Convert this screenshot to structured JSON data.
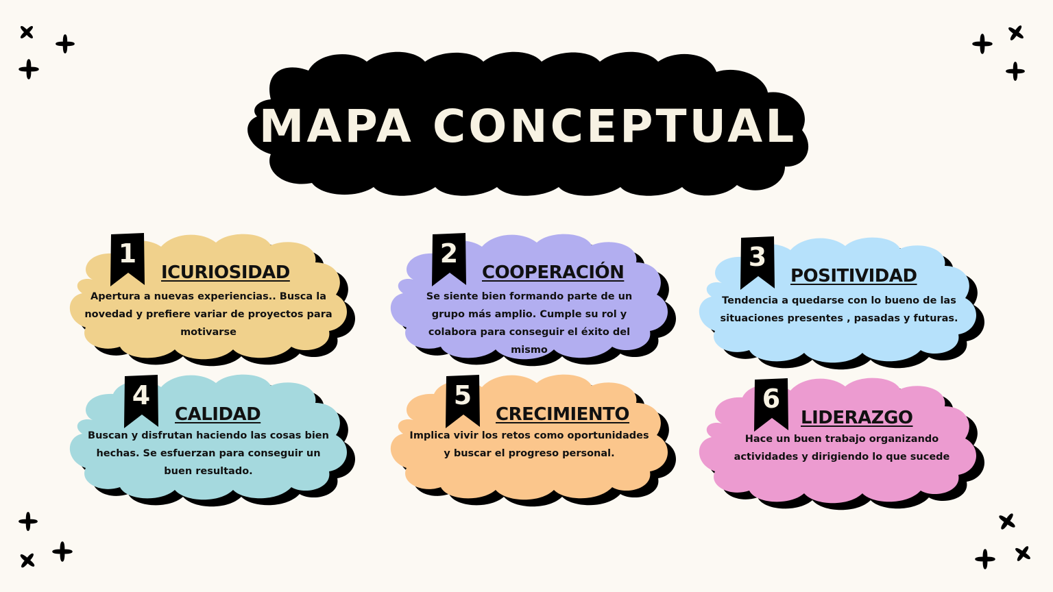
{
  "title": "MAPA CONCEPTUAL",
  "colors": {
    "background": "#fcf9f3",
    "title_cloud": "#000000",
    "title_text": "#f7f2e3",
    "shadow": "#000000"
  },
  "decorations": {
    "icon": "four-point-sparkle-icon",
    "corners": [
      "top-left",
      "top-right",
      "bottom-left",
      "bottom-right"
    ],
    "count_per_corner": 3
  },
  "concepts": [
    {
      "number": "1",
      "title": "ICURIOSIDAD",
      "description": "Apertura a nuevas experiencias.. Busca la novedad y prefiere variar de proyectos para motivarse",
      "color": "#f0d18c"
    },
    {
      "number": "2",
      "title": "COOPERACIÓN",
      "description": "Se siente bien formando parte de un grupo más amplio. Cumple su rol y colabora para conseguir el éxito del mismo",
      "color": "#b2aef0"
    },
    {
      "number": "3",
      "title": "POSITIVIDAD",
      "description": "Tendencia a quedarse con lo bueno de las situaciones presentes , pasadas y futuras.",
      "color": "#b6e1fb"
    },
    {
      "number": "4",
      "title": "CALIDAD",
      "description": "Buscan y disfrutan haciendo las cosas bien hechas. Se esfuerzan para conseguir un buen resultado.",
      "color": "#a5d9de"
    },
    {
      "number": "5",
      "title": "CRECIMIENTO",
      "description": "Implica vivir los retos como oportunidades y buscar el progreso personal.",
      "color": "#fbc68c"
    },
    {
      "number": "6",
      "title": "LIDERAZGO",
      "description": "Hace un buen trabajo organizando actividades y dirigiendo lo que sucede",
      "color": "#ec9bd0"
    }
  ]
}
